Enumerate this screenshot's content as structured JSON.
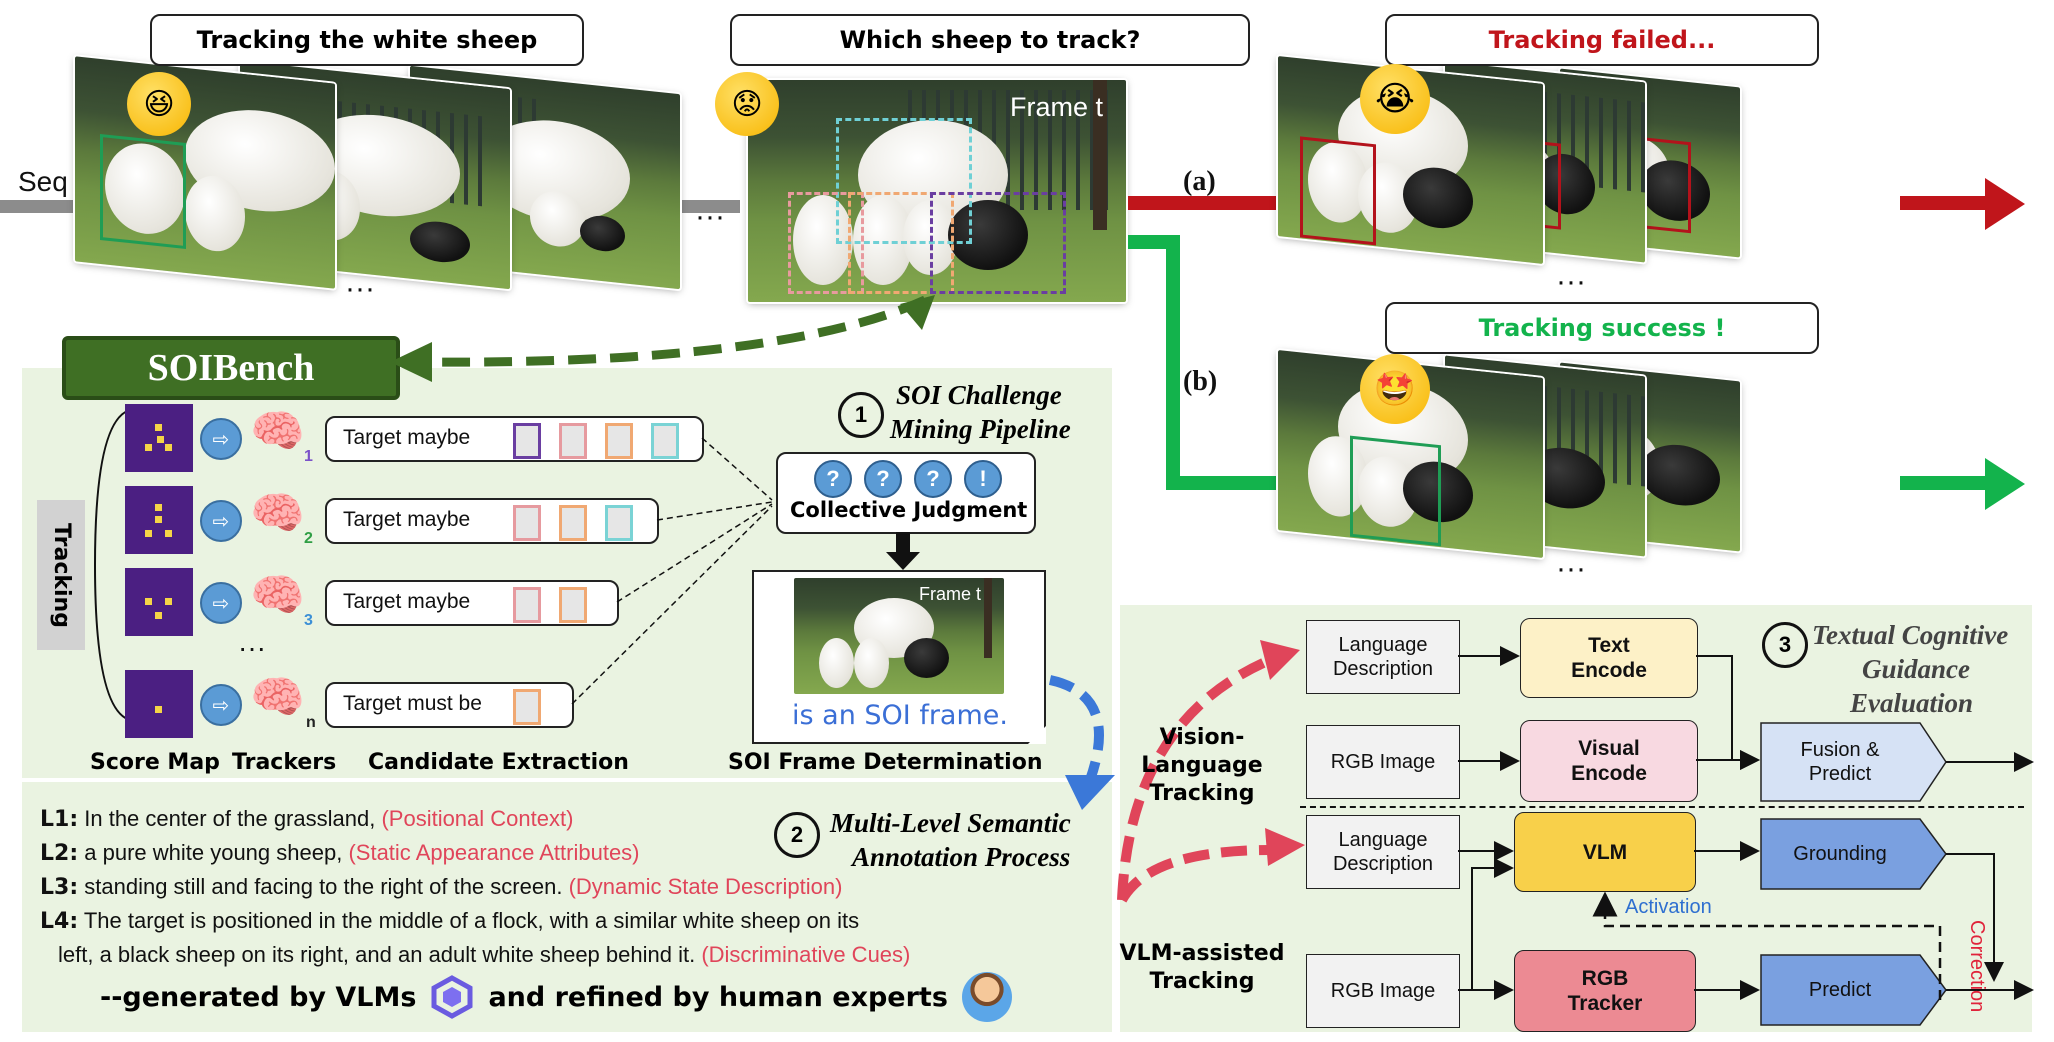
{
  "top": {
    "bubble_1": "Tracking the white sheep",
    "bubble_2": "Which sheep to track?",
    "bubble_3": "Tracking failed...",
    "bubble_4": "Tracking success !",
    "seq_label": "Seq",
    "frame_label": "Frame t",
    "branch_a": "(a)",
    "branch_b": "(b)",
    "ellipsis": "···",
    "colors": {
      "fail": "#c0151b",
      "success": "#13b34c",
      "bench_green": "#3f6f24"
    }
  },
  "soibench": {
    "title": "SOIBench",
    "tracking_label": "Tracking",
    "rows": [
      {
        "label": "Target maybe",
        "tracker_index": "1",
        "candidates": [
          "#6a3ea1",
          "#e69a9f",
          "#f0a872",
          "#7ad3d5"
        ]
      },
      {
        "label": "Target maybe",
        "tracker_index": "2",
        "candidates": [
          "#e69a9f",
          "#f0a872",
          "#7ad3d5"
        ]
      },
      {
        "label": "Target maybe",
        "tracker_index": "3",
        "candidates": [
          "#e69a9f",
          "#f0a872"
        ]
      },
      {
        "label": "Target must be",
        "tracker_index": "n",
        "candidates": [
          "#f0a872"
        ]
      }
    ],
    "dots": "···",
    "bottom_labels": {
      "score_map": "Score Map",
      "trackers": "Trackers",
      "candidate": "Candidate Extraction",
      "soi_frame": "SOI Frame Determination"
    },
    "pipeline_num": "1",
    "pipeline_title_1": "SOI Challenge",
    "pipeline_title_2": "Mining Pipeline",
    "judgment_label": "Collective Judgment",
    "judgment_marks": [
      "?",
      "?",
      "?",
      "!"
    ],
    "soi_frame_label": "Frame t",
    "soi_frame_text": "is an SOI frame."
  },
  "annotation": {
    "num": "2",
    "title_1": "Multi-Level Semantic",
    "title_2": "Annotation Process",
    "levels": [
      {
        "tag": "L1:",
        "text": "In the center of the grassland,",
        "cue": "(Positional Context)"
      },
      {
        "tag": "L2:",
        "text": "a pure white young sheep,",
        "cue": "(Static Appearance Attributes)"
      },
      {
        "tag": "L3:",
        "text": "standing still and facing to the right of the screen.",
        "cue": "(Dynamic State Description)"
      },
      {
        "tag": "L4:",
        "text": "The target is positioned in the middle of a flock, with a similar white sheep on its",
        "cue": ""
      }
    ],
    "l4_cont": "left, a black sheep on its right, and an adult white sheep behind it.",
    "l4_cue": "(Discriminative Cues)",
    "footer_1": "--generated by VLMs",
    "footer_2": "and refined by human experts"
  },
  "evaluation": {
    "num": "3",
    "title_1": "Textual Cognitive",
    "title_2": "Guidance",
    "title_3": "Evaluation",
    "vl_label_1": "Vision-Language",
    "vl_label_2": "Tracking",
    "vlm_label_1": "VLM-assisted",
    "vlm_label_2": "Tracking",
    "lang_desc_1": "Language",
    "lang_desc_2": "Description",
    "rgb_image": "RGB Image",
    "text_encode_1": "Text",
    "text_encode_2": "Encode",
    "visual_encode_1": "Visual",
    "visual_encode_2": "Encode",
    "fusion_1": "Fusion &",
    "fusion_2": "Predict",
    "vlm": "VLM",
    "grounding": "Grounding",
    "rgb_tracker_1": "RGB",
    "rgb_tracker_2": "Tracker",
    "predict": "Predict",
    "activation": "Activation",
    "correction": "Correction"
  }
}
